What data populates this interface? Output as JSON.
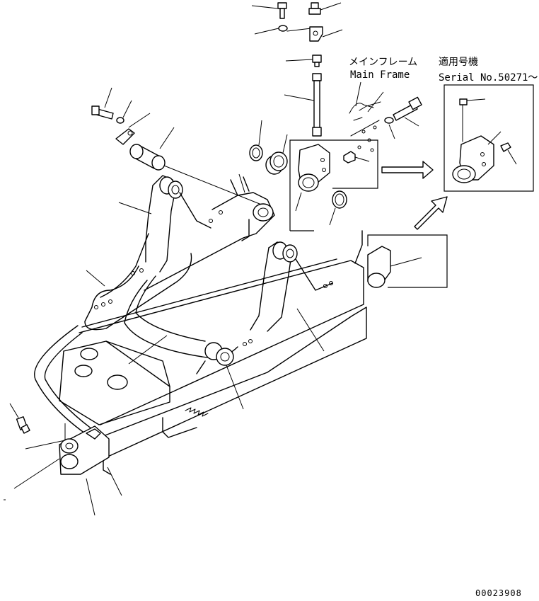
{
  "labels": {
    "main_frame_jp": "メインフレーム",
    "main_frame_en": "Main Frame",
    "applicable_jp": "適用号機",
    "serial": "Serial No.50271～",
    "drawing_no": "00023908"
  },
  "icons": {
    "arrow_right": "outline-arrow-right-icon",
    "arrow_up": "outline-arrow-up-right-icon"
  }
}
